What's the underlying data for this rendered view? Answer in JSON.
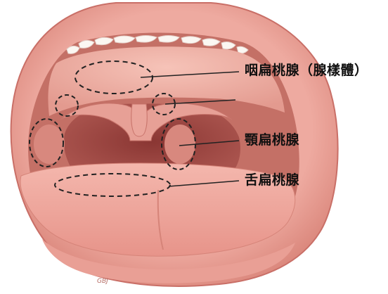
{
  "labels": {
    "adenoid": "咽扁桃腺（腺樣體）",
    "palatine": "顎扁桃腺",
    "lingual": "舌扁桃腺"
  },
  "signature": "GBJ",
  "colors": {
    "lip": "#e79a90",
    "lip_shadow": "#c96f67",
    "cavity_dark": "#7a2e2b",
    "palate": "#f1b6ab",
    "tongue": "#f0a8a0",
    "teeth": "#fbf7f2",
    "outline_dash": "#222222",
    "leader_line": "#222222"
  }
}
